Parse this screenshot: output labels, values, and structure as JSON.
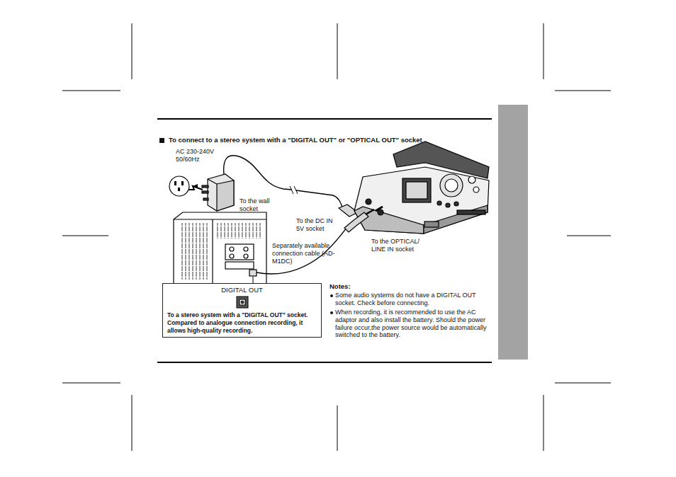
{
  "diagram": {
    "title": "To connect to a stereo system with a \"DIGITAL OUT\" or \"OPTICAL OUT\" socket",
    "nodes": [
      {
        "text": [
          "DIGITAL OUT",
          "To  a stereo system with a \"DIGITAL OUT\" socket. Compared to analogue connection recording, it allows high-quality recording."
        ]
      }
    ],
    "labels": [
      "AC 230-240V 50/60Hz",
      "To the wall socket",
      "To the DC IN 5V socket",
      "Separately available connection cable (AD-M1DC)",
      "To the OPTICAL/ LINE IN socket",
      "Notes:",
      "Some audio systems do not have a DIGITAL OUT socket. Check before connecting.",
      "When recording, it is recommended to use the AC adaptor and also install the battery. Should the power failure occur,the power source would be automatically switched to the battery."
    ]
  }
}
